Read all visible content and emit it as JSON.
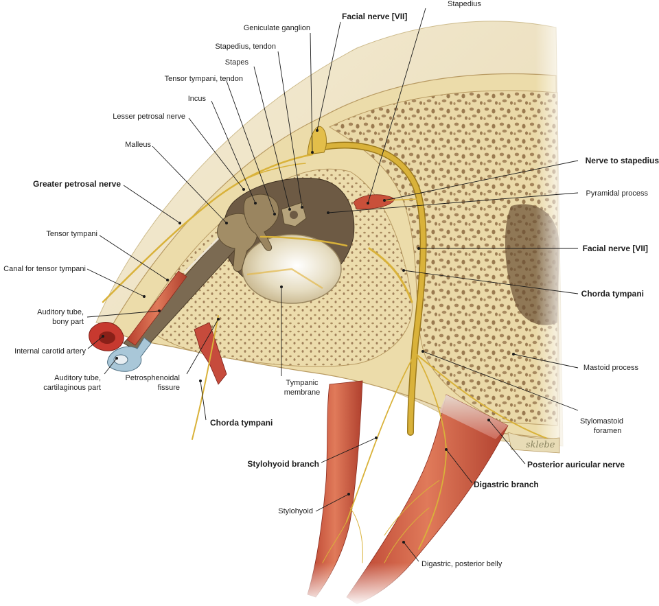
{
  "labels": {
    "stapedius": "Stapedius",
    "geniculate_ganglion": "Geniculate ganglion",
    "facial_nerve_top": "Facial nerve [VII]",
    "stapedius_tendon": "Stapedius, tendon",
    "stapes": "Stapes",
    "tensor_tympani_tendon": "Tensor tympani, tendon",
    "incus": "Incus",
    "lesser_petrosal_nerve": "Lesser petrosal nerve",
    "malleus": "Malleus",
    "greater_petrosal_nerve": "Greater petrosal nerve",
    "nerve_to_stapedius": "Nerve to stapedius",
    "pyramidal_process": "Pyramidal process",
    "tensor_tympani": "Tensor tympani",
    "canal_tensor_tympani": "Canal for tensor tympani",
    "facial_nerve_right": "Facial nerve [VII]",
    "chorda_tympani_right": "Chorda tympani",
    "auditory_tube_bony_1": "Auditory tube,",
    "auditory_tube_bony_2": "bony part",
    "internal_carotid_artery": "Internal carotid artery",
    "mastoid_process": "Mastoid process",
    "auditory_tube_cart_1": "Auditory tube,",
    "auditory_tube_cart_2": "cartilaginous part",
    "petrosphenoidal_1": "Petrosphenoidal",
    "petrosphenoidal_2": "fissure",
    "tympanic_membrane_1": "Tympanic",
    "tympanic_membrane_2": "membrane",
    "stylomastoid_1": "Stylomastoid",
    "stylomastoid_2": "foramen",
    "chorda_tympani_bottom": "Chorda tympani",
    "stylohyoid_branch": "Stylohyoid branch",
    "posterior_auricular_nerve": "Posterior auricular nerve",
    "digastric_branch": "Digastric branch",
    "stylohyoid": "Stylohyoid",
    "digastric_posterior_belly": "Digastric, posterior belly"
  },
  "signature": "sklebe",
  "colors": {
    "bone": "#eedfb2",
    "cancellous": "#a6865a",
    "skin": "#f1e7cc",
    "nerve": "#d9b23a",
    "muscle": "#c9503a",
    "artery": "#c7392f",
    "cartilage": "#a9c7d8",
    "ossicle": "#8c7a5a",
    "membrane": "#e8e2cc"
  }
}
